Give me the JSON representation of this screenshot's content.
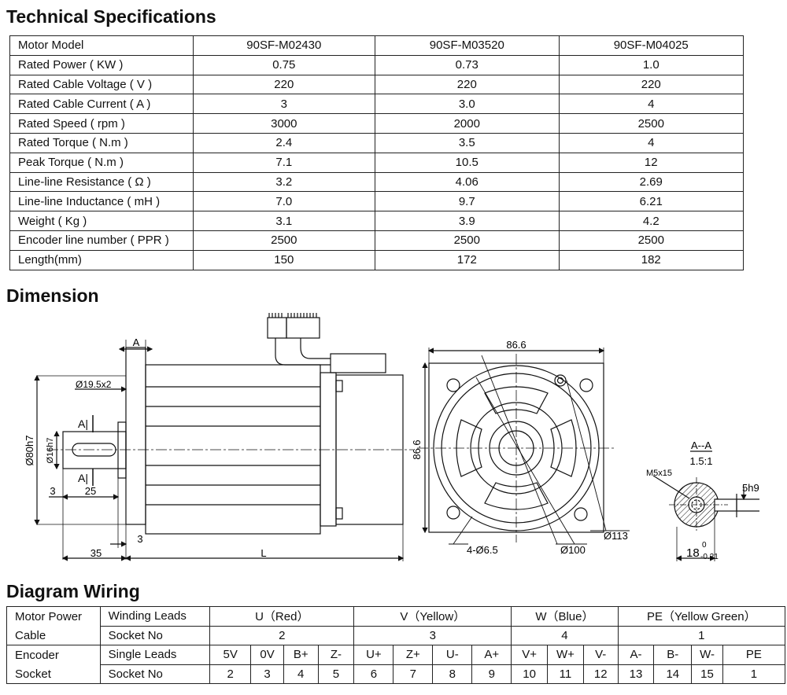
{
  "titles": {
    "specs": "Technical Specifications",
    "dimension": "Dimension",
    "wiring": "Diagram Wiring"
  },
  "spec_table": {
    "header": [
      "Motor Model",
      "90SF-M02430",
      "90SF-M03520",
      "90SF-M04025"
    ],
    "rows": [
      [
        "Rated Power ( KW )",
        "0.75",
        "0.73",
        "1.0"
      ],
      [
        "Rated Cable Voltage ( V )",
        "220",
        "220",
        "220"
      ],
      [
        "Rated Cable Current ( A )",
        "3",
        "3.0",
        "4"
      ],
      [
        "Rated Speed ( rpm )",
        "3000",
        "2000",
        "2500"
      ],
      [
        "Rated Torque ( N.m )",
        "2.4",
        "3.5",
        "4"
      ],
      [
        "Peak Torque ( N.m )",
        "7.1",
        "10.5",
        "12"
      ],
      [
        "Line-line Resistance ( Ω )",
        "3.2",
        "4.06",
        "2.69"
      ],
      [
        "Line-line Inductance ( mH )",
        "7.0",
        "9.7",
        "6.21"
      ],
      [
        "Weight ( Kg )",
        "3.1",
        "3.9",
        "4.2"
      ],
      [
        "Encoder line number ( PPR )",
        "2500",
        "2500",
        "2500"
      ],
      [
        "Length(mm)",
        "150",
        "172",
        "182"
      ]
    ]
  },
  "dimension_labels": {
    "a_top": "A",
    "dia_19": "Ø19.5x2",
    "a_upper": "A|",
    "dia_80": "Ø80h7",
    "dia_16": "Ø16h7",
    "a_lower": "A|",
    "d3_left": "3",
    "d25": "25",
    "d3_bottom": "3",
    "d35": "35",
    "len_l": "L",
    "w866_top": "86.6",
    "h866_side": "86.6",
    "holes": "4-Ø6.5",
    "dia_100": "Ø100",
    "dia_113": "Ø113",
    "section": "A--A",
    "scale": "1.5:1",
    "thread": "M5x15",
    "key": "5h9",
    "d18": "18",
    "tol_upper": "0",
    "tol_lower": "-0.21"
  },
  "wiring": {
    "row1": {
      "c1": "Motor Power",
      "c2": "Winding Leads",
      "groups": [
        "U（Red）",
        "V（Yellow）",
        "W（Blue）",
        "PE（Yellow Green）"
      ]
    },
    "row2": {
      "c1": "Cable",
      "c2": "Socket No",
      "groups": [
        "2",
        "3",
        "4",
        "1"
      ]
    },
    "row3": {
      "c1": "Encoder",
      "c2": "Single Leads",
      "cells": [
        "5V",
        "0V",
        "B+",
        "Z-",
        "U+",
        "Z+",
        "U-",
        "A+",
        "V+",
        "W+",
        "V-",
        "A-",
        "B-",
        "W-",
        "PE"
      ]
    },
    "row4": {
      "c1": "Socket",
      "c2": "Socket No",
      "cells": [
        "2",
        "3",
        "4",
        "5",
        "6",
        "7",
        "8",
        "9",
        "10",
        "11",
        "12",
        "13",
        "14",
        "15",
        "1"
      ]
    }
  }
}
